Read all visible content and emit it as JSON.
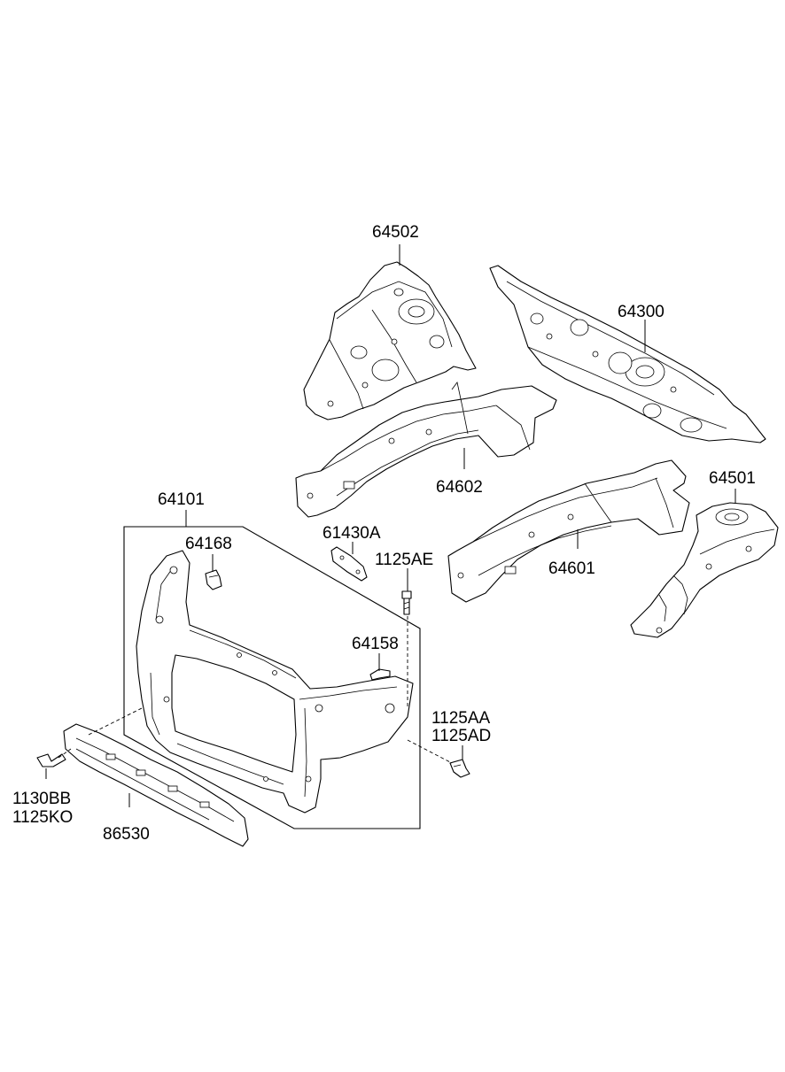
{
  "labels": {
    "p64502": "64502",
    "p64300": "64300",
    "p64602": "64602",
    "p64501": "64501",
    "p64101": "64101",
    "p64168": "64168",
    "p61430A": "61430A",
    "p1125AE": "1125AE",
    "p64601": "64601",
    "p64158": "64158",
    "p1125AA": "1125AA",
    "p1125AD": "1125AD",
    "p1130BB": "1130BB",
    "p1125KO": "1125KO",
    "p86530": "86530"
  },
  "icons": {
    "fender_apron_rh": "fender-apron-rh-icon",
    "dash_panel": "dash-panel-icon",
    "side_member_rh": "side-member-rh-icon",
    "fender_apron_lh": "fender-apron-lh-icon",
    "side_member_lh": "side-member-lh-icon",
    "carrier_assembly": "front-end-carrier-icon",
    "bumper_beam": "bumper-beam-icon",
    "bolt": "bolt-icon",
    "clip": "clip-icon",
    "bracket": "bracket-icon"
  }
}
